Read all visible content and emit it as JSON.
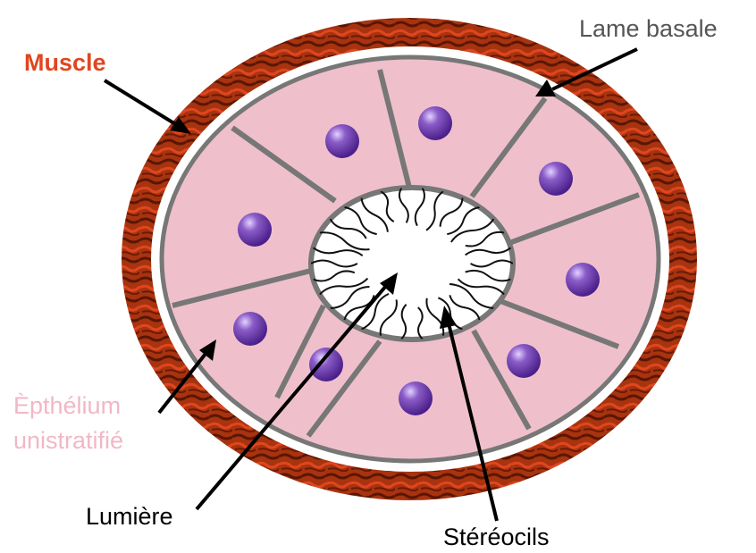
{
  "labels": {
    "muscle": "Muscle",
    "lame_basale": "Lame basale",
    "epithelium_line1": "Èpthélium",
    "epithelium_line2": "unistratifié",
    "lumiere": "Lumière",
    "stereocils": "Stéréocils"
  },
  "colors": {
    "muscle": "#e0461f",
    "muscle_wall": "#a8330f",
    "muscle_dark": "#5a1604",
    "basal_lamina": "#ffffff",
    "cell_fill": "#efc0cc",
    "cell_border": "#777777",
    "nucleus": "#6b3aa8",
    "lumen": "#ffffff",
    "stereocilia": "#111111",
    "lame_basale_text": "#555555",
    "epithelium_text": "#f2b7c6",
    "arrow": "#000000",
    "text": "#000000"
  }
}
